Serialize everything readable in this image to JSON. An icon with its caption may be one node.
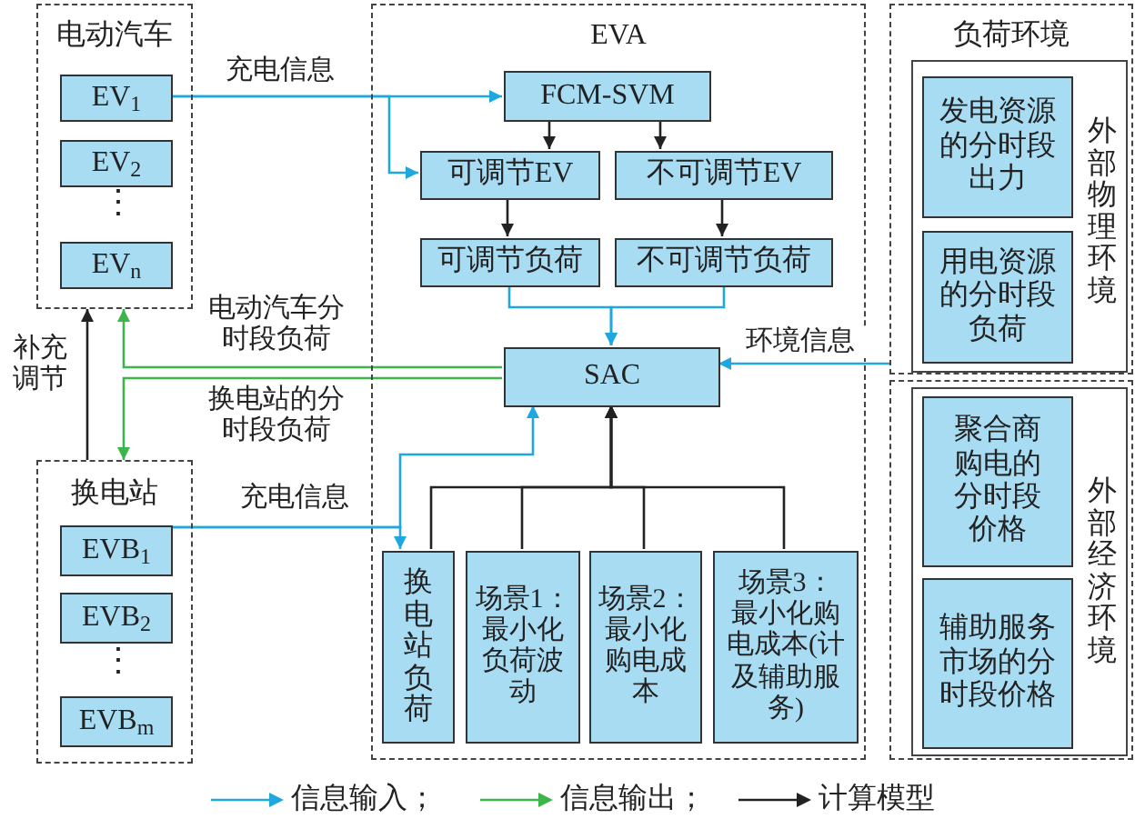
{
  "diagram": {
    "nodes": [
      {
        "text": [
          "电动汽车"
        ]
      },
      {
        "text": [
          "EV$_{1}$"
        ],
        "in": 0
      },
      {
        "text": [
          "EV$_{2}$"
        ],
        "in": 0
      },
      {
        "text": [
          "EV$_{n}$"
        ],
        "in": 0
      },
      {
        "text": [
          "换电站"
        ]
      },
      {
        "text": [
          "EVB$_{1}$"
        ],
        "in": 4
      },
      {
        "text": [
          "EVB$_{2}$"
        ],
        "in": 4
      },
      {
        "text": [
          "EVB$_{m}$"
        ],
        "in": 4
      },
      {
        "text": [
          "EVA"
        ]
      },
      {
        "text": [
          "FCM-SVM"
        ],
        "in": 8
      },
      {
        "text": [
          "可调节EV"
        ],
        "in": 8
      },
      {
        "text": [
          "不可调节EV"
        ],
        "in": 8
      },
      {
        "text": [
          "可调节负荷"
        ],
        "in": 8
      },
      {
        "text": [
          "不可调节负荷"
        ],
        "in": 8
      },
      {
        "text": [
          "SAC"
        ],
        "in": 8
      },
      {
        "text": [
          "换电站负荷"
        ],
        "in": 8
      },
      {
        "text": [
          "场景1：",
          "最小化负荷波动"
        ],
        "in": 8
      },
      {
        "text": [
          "场景2：",
          "最小化购电成本"
        ],
        "in": 8
      },
      {
        "text": [
          "场景3：",
          "最小化购电成本(计及辅助服务)"
        ],
        "in": 8
      },
      {
        "text": [
          "负荷环境"
        ]
      },
      {
        "text": [
          "外部物理环境"
        ],
        "in": 19
      },
      {
        "text": [
          "发电资源的分时段出力"
        ],
        "in": 20
      },
      {
        "text": [
          "用电资源的分时段负荷"
        ],
        "in": 20
      },
      {
        "text": [],
        "shape": "box"
      },
      {
        "text": [
          "外部经济环境"
        ],
        "in": 23
      },
      {
        "text": [
          "聚合商购电的分时段价格"
        ],
        "in": 24
      },
      {
        "text": [
          "辅助服务市场的分时段价格"
        ],
        "in": 24
      }
    ],
    "edges": [
      {
        "from": 1,
        "to": 9,
        "arrow": "to",
        "label": "充电信息",
        "color": "#1fa8e0"
      },
      {
        "from": 1,
        "to": 10,
        "arrow": "to",
        "color": "#1fa8e0"
      },
      {
        "from": 9,
        "to": 10,
        "arrow": "to"
      },
      {
        "from": 9,
        "to": 11,
        "arrow": "to"
      },
      {
        "from": 10,
        "to": 12,
        "arrow": "to"
      },
      {
        "from": 11,
        "to": 13,
        "arrow": "to"
      },
      {
        "from": 12,
        "to": 14,
        "arrow": "to",
        "color": "#1fa8e0"
      },
      {
        "from": 13,
        "to": 14,
        "arrow": "to",
        "color": "#1fa8e0"
      },
      {
        "from": 19,
        "to": 14,
        "arrow": "to",
        "label": "环境信息",
        "color": "#1fa8e0"
      },
      {
        "from": 14,
        "to": 0,
        "arrow": "to",
        "label": "电动汽车分时段负荷",
        "color": "#3cb54a"
      },
      {
        "from": 14,
        "to": 4,
        "arrow": "to",
        "label": "换电站的分时段负荷",
        "color": "#3cb54a"
      },
      {
        "from": 4,
        "to": 0,
        "arrow": "to",
        "label": "补充调节"
      },
      {
        "from": 5,
        "to": 15,
        "arrow": "to",
        "label": "充电信息",
        "color": "#1fa8e0"
      },
      {
        "from": 5,
        "to": 14,
        "arrow": "to",
        "color": "#1fa8e0"
      },
      {
        "from": 15,
        "to": 14,
        "arrow": "to"
      },
      {
        "from": 16,
        "to": 14,
        "arrow": "to"
      },
      {
        "from": 17,
        "to": 14,
        "arrow": "to"
      },
      {
        "from": 18,
        "to": 14,
        "arrow": "to"
      }
    ],
    "labels": [
      "⋮",
      "⋮"
    ],
    "legend": [
      {
        "text": "信息输入；"
      },
      {
        "text": "信息输出；"
      },
      {
        "text": "计算模型"
      }
    ]
  }
}
